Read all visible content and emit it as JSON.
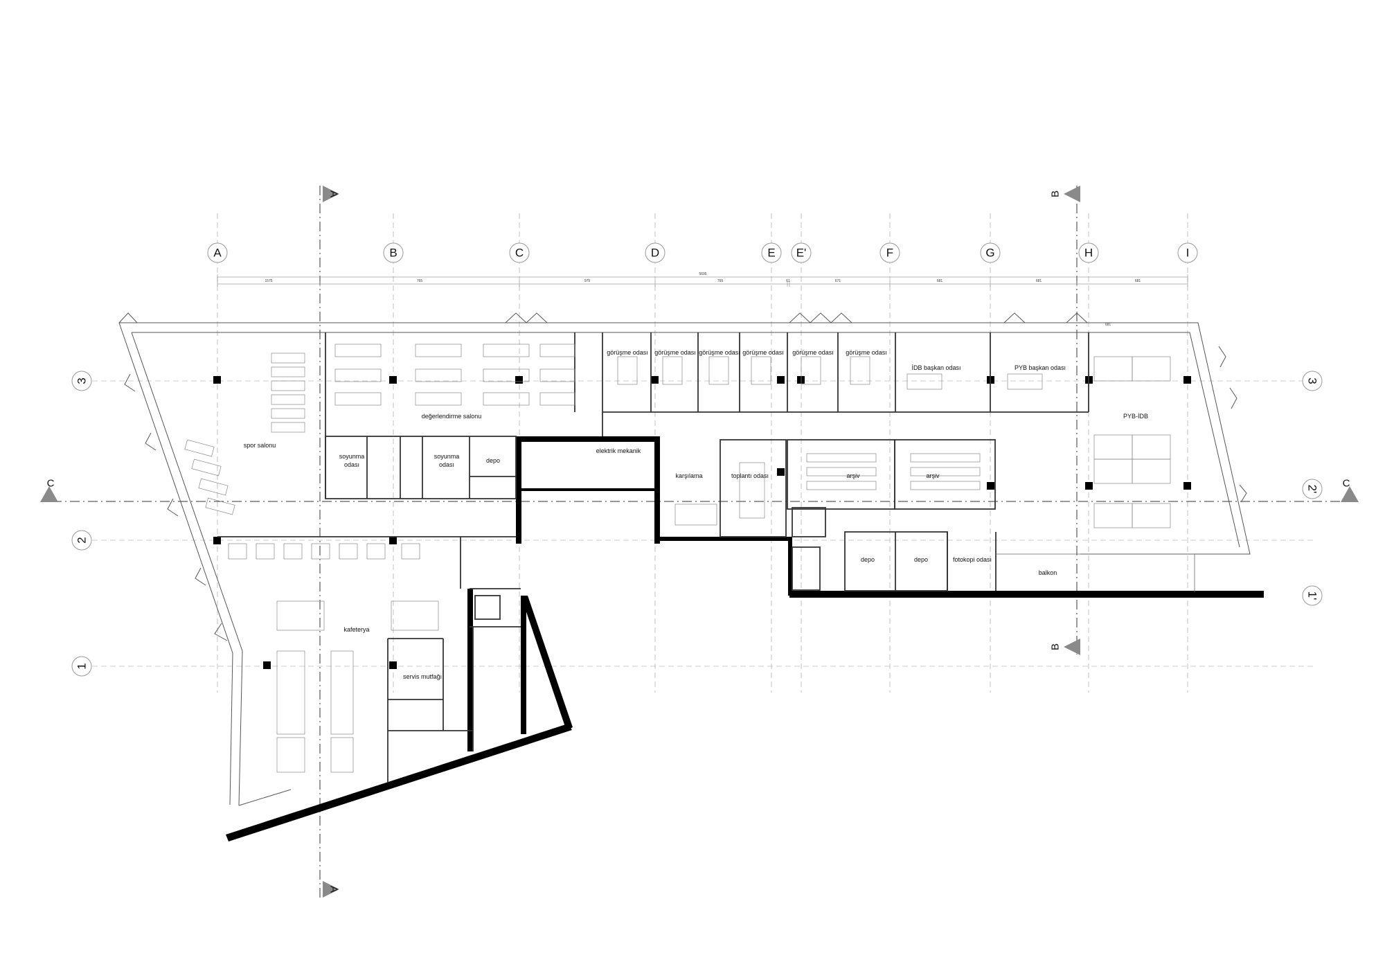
{
  "grid": {
    "columns": [
      "A",
      "B",
      "C",
      "D",
      "E",
      "E'",
      "F",
      "G",
      "H",
      "I"
    ],
    "rows_left": [
      "3",
      "2",
      "1"
    ],
    "rows_right": [
      "3",
      "2'",
      "1'"
    ]
  },
  "sections": {
    "A": "A",
    "B": "B",
    "C": "C"
  },
  "dimensions": {
    "overall": "5695",
    "spans": [
      "1575",
      "765",
      "975",
      "765",
      "61",
      "671",
      "681",
      "681",
      "681",
      "681"
    ]
  },
  "rooms": {
    "spor_salonu": "spor salonu",
    "degerlendirme_salonu": "değerlendirme salonu",
    "soyunma_1_line1": "soyunma",
    "soyunma_1_line2": "odası",
    "soyunma_2_line1": "soyunma",
    "soyunma_2_line2": "odası",
    "depo_1": "depo",
    "elektrik_mekanik": "elektrik mekanik",
    "karsilama": "karşılama",
    "toplanti_odasi": "toplantı odası",
    "arsiv_1": "arşiv",
    "arsiv_2": "arşiv",
    "gorusme": [
      "görüşme odası",
      "görüşme odası",
      "görüşme odası",
      "görüşme odası",
      "görüşme odası",
      "görüşme odası"
    ],
    "idb_baskan": "İDB başkan odası",
    "pyb_baskan": "PYB başkan odası",
    "pyb_idb": "PYB-İDB",
    "depo_2": "depo",
    "depo_3": "depo",
    "fotokopi": "fotokopi odası",
    "balkon": "balkon",
    "kafeterya": "kafeterya",
    "servis_mutfagi": "servis mutfağı"
  },
  "colors": {
    "wall": "#000000",
    "line": "#555555",
    "axis": "#7a7a7a",
    "marker": "#8a8a8a"
  }
}
